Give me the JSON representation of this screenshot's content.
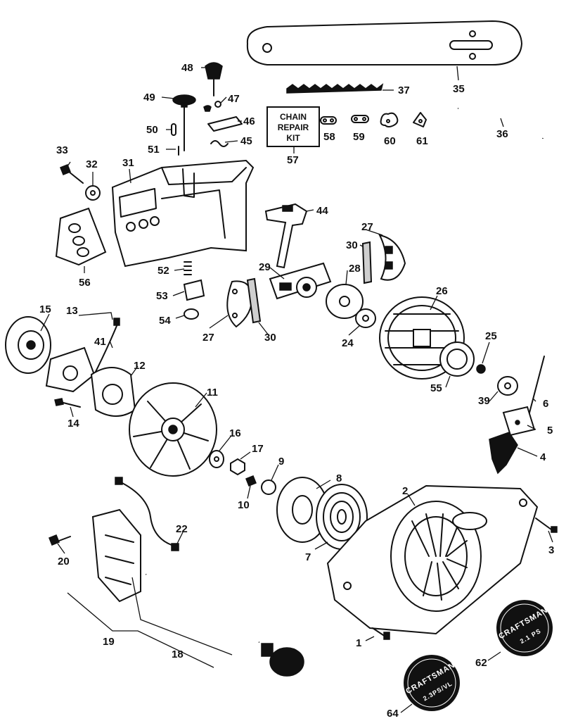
{
  "chain_repair_kit": {
    "line1": "CHAIN",
    "line2": "REPAIR",
    "line3": "KIT"
  },
  "badges": {
    "badge_64": {
      "brand": "CRAFTSMAN",
      "model": "2.3PS/VL"
    },
    "badge_62": {
      "brand": "CRAFTSMAN",
      "model": "2.1 PS"
    }
  },
  "part_numbers": {
    "p1": "1",
    "p2": "2",
    "p3": "3",
    "p4": "4",
    "p5": "5",
    "p6": "6",
    "p7": "7",
    "p8": "8",
    "p9": "9",
    "p10": "10",
    "p11": "11",
    "p12": "12",
    "p13": "13",
    "p14": "14",
    "p15": "15",
    "p16": "16",
    "p17": "17",
    "p18": "18",
    "p19": "19",
    "p20": "20",
    "p22": "22",
    "p24": "24",
    "p25": "25",
    "p26": "26",
    "p27a": "27",
    "p27b": "27",
    "p28": "28",
    "p29": "29",
    "p30a": "30",
    "p30b": "30",
    "p31": "31",
    "p32": "32",
    "p33": "33",
    "p35": "35",
    "p36": "36",
    "p37": "37",
    "p39": "39",
    "p41": "41",
    "p44": "44",
    "p45": "45",
    "p46": "46",
    "p47": "47",
    "p48": "48",
    "p49": "49",
    "p50": "50",
    "p51": "51",
    "p52": "52",
    "p53": "53",
    "p54": "54",
    "p55": "55",
    "p56": "56",
    "p57": "57",
    "p58": "58",
    "p59": "59",
    "p60": "60",
    "p61": "61",
    "p62": "62",
    "p64": "64"
  }
}
